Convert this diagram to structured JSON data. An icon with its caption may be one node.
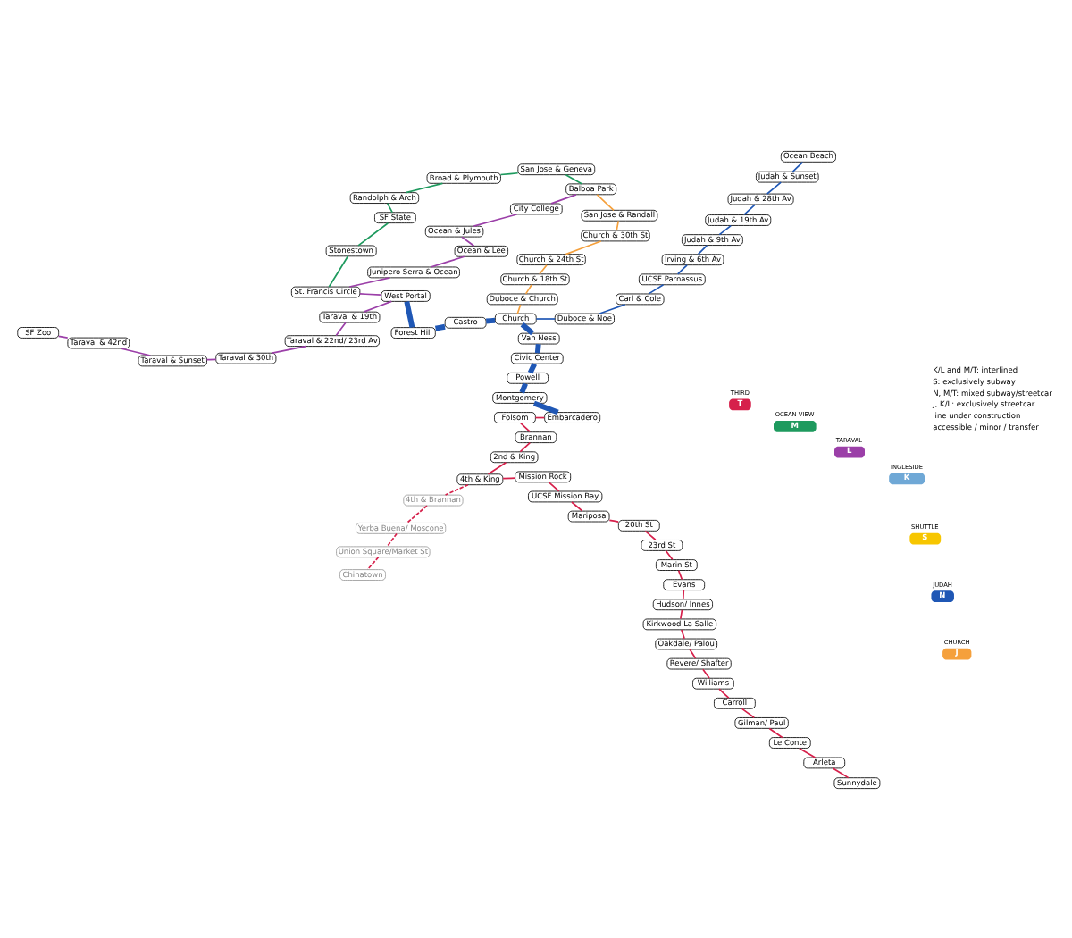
{
  "diagram": {
    "nodes": [
      {
        "text": [
          "J"
        ],
        "beside": [
          "CHURCH"
        ]
      },
      {
        "text": [
          "N"
        ],
        "beside": [
          "JUDAH"
        ]
      },
      {
        "text": [
          "S"
        ],
        "beside": [
          "SHUTTLE"
        ]
      },
      {
        "text": [
          "K"
        ],
        "beside": [
          "INGLESIDE"
        ]
      },
      {
        "text": [
          "L"
        ],
        "beside": [
          "TARAVAL"
        ]
      },
      {
        "text": [
          "M"
        ],
        "beside": [
          "OCEAN VIEW"
        ]
      },
      {
        "text": [
          "T"
        ],
        "beside": [
          "THIRD"
        ]
      },
      {
        "text": [
          "Chinatown"
        ]
      },
      {
        "text": [
          "Montgomery"
        ]
      },
      {
        "text": [
          "Embarcadero"
        ]
      },
      {
        "text": [
          "Union Square/Market St"
        ]
      },
      {
        "text": [
          "Folsom"
        ]
      },
      {
        "text": [
          "Powell"
        ]
      },
      {
        "text": [
          "Yerba Buena/ Moscone"
        ]
      },
      {
        "text": [
          "Brannan"
        ]
      },
      {
        "text": [
          "Civic Center"
        ]
      },
      {
        "text": [
          "4th & Brannan"
        ]
      },
      {
        "text": [
          "2nd & King"
        ]
      },
      {
        "text": [
          "Van Ness"
        ]
      },
      {
        "text": [
          "Duboce & Church"
        ]
      },
      {
        "text": [
          "Duboce & Noe"
        ]
      },
      {
        "text": [
          "Carl & Cole"
        ]
      },
      {
        "text": [
          "Church"
        ]
      },
      {
        "text": [
          "4th & King"
        ]
      },
      {
        "text": [
          "Mission Rock"
        ]
      },
      {
        "text": [
          "UCSF Mission Bay"
        ]
      },
      {
        "text": [
          "Castro"
        ]
      },
      {
        "text": [
          "Irving & 6th Av"
        ]
      },
      {
        "text": [
          "UCSF Parnassus"
        ]
      },
      {
        "text": [
          "Judah & 9th Av"
        ]
      },
      {
        "text": [
          "Judah & 19th Av"
        ]
      },
      {
        "text": [
          "Judah & 28th Av"
        ]
      },
      {
        "text": [
          "Judah & Sunset"
        ]
      },
      {
        "text": [
          "Ocean Beach"
        ]
      },
      {
        "text": [
          "Church & 18th St"
        ]
      },
      {
        "text": [
          "Mariposa"
        ]
      },
      {
        "text": [
          "20th St"
        ]
      },
      {
        "text": [
          "23rd St"
        ]
      },
      {
        "text": [
          "Church & 24th St"
        ]
      },
      {
        "text": [
          "Marin St"
        ]
      },
      {
        "text": [
          "Evans"
        ]
      },
      {
        "text": [
          "Church & 30th St"
        ]
      },
      {
        "text": [
          "Forest Hill"
        ]
      },
      {
        "text": [
          "West Portal"
        ]
      },
      {
        "text": [
          "Taraval & 19th"
        ]
      },
      {
        "text": [
          "Taraval & 22nd/ 23rd Av"
        ]
      },
      {
        "text": [
          "Taraval & 30th"
        ]
      },
      {
        "text": [
          "Taraval & Sunset"
        ]
      },
      {
        "text": [
          "Taraval & 42nd"
        ]
      },
      {
        "text": [
          "SF Zoo"
        ]
      },
      {
        "text": [
          "St. Francis Circle"
        ]
      },
      {
        "text": [
          "Junipero Serra & Ocean"
        ]
      },
      {
        "text": [
          "Hudson/ Innes"
        ]
      },
      {
        "text": [
          "Kirkwood La Salle"
        ]
      },
      {
        "text": [
          "Oakdale/ Palou"
        ]
      },
      {
        "text": [
          "San Jose & Randall"
        ]
      },
      {
        "text": [
          "Revere/ Shafter"
        ]
      },
      {
        "text": [
          "Stonestown"
        ]
      },
      {
        "text": [
          "Williams"
        ]
      },
      {
        "text": [
          "Ocean & Lee"
        ]
      },
      {
        "text": [
          "City College"
        ]
      },
      {
        "text": [
          "Ocean & Jules"
        ]
      },
      {
        "text": [
          "Balboa Park"
        ]
      },
      {
        "text": [
          "San Jose & Geneva"
        ]
      },
      {
        "text": [
          "Carroll"
        ]
      },
      {
        "text": [
          "SF State"
        ]
      },
      {
        "text": [
          "Gilman/ Paul"
        ]
      },
      {
        "text": [
          "Le Conte"
        ]
      },
      {
        "text": [
          "Randolph & Arch"
        ]
      },
      {
        "text": [
          "Broad & Plymouth"
        ]
      },
      {
        "text": [
          "Arleta"
        ]
      },
      {
        "text": [
          "Sunnydale"
        ]
      }
    ],
    "edges": [
      {
        "from": 9,
        "to": 8,
        "arrow": "none",
        "style": "thick",
        "color": "#1f57b5"
      },
      {
        "from": 8,
        "to": 12,
        "arrow": "none",
        "style": "thick",
        "color": "#1f57b5"
      },
      {
        "from": 12,
        "to": 15,
        "arrow": "none",
        "style": "thick",
        "color": "#1f57b5"
      },
      {
        "from": 15,
        "to": 18,
        "arrow": "none",
        "style": "thick",
        "color": "#1f57b5"
      },
      {
        "from": 18,
        "to": 22,
        "arrow": "none",
        "style": "thick",
        "color": "#1f57b5"
      },
      {
        "from": 22,
        "to": 26,
        "arrow": "none",
        "style": "thick",
        "color": "#1f57b5"
      },
      {
        "from": 26,
        "to": 42,
        "arrow": "none",
        "style": "thick",
        "color": "#1f57b5"
      },
      {
        "from": 42,
        "to": 43,
        "arrow": "none",
        "style": "thick",
        "color": "#1f57b5"
      },
      {
        "from": 22,
        "to": 19,
        "arrow": "none",
        "color": "#f5a03c"
      },
      {
        "from": 22,
        "to": 20,
        "arrow": "none",
        "color": "#1f57b5"
      },
      {
        "from": 20,
        "to": 21,
        "arrow": "none",
        "color": "#1f57b5"
      },
      {
        "from": 21,
        "to": 28,
        "arrow": "none",
        "color": "#1f57b5"
      },
      {
        "from": 28,
        "to": 27,
        "arrow": "none",
        "color": "#1f57b5"
      },
      {
        "from": 27,
        "to": 29,
        "arrow": "none",
        "color": "#1f57b5"
      },
      {
        "from": 29,
        "to": 30,
        "arrow": "none",
        "color": "#1f57b5"
      },
      {
        "from": 30,
        "to": 31,
        "arrow": "none",
        "color": "#1f57b5"
      },
      {
        "from": 31,
        "to": 32,
        "arrow": "none",
        "color": "#1f57b5"
      },
      {
        "from": 32,
        "to": 33,
        "arrow": "none",
        "color": "#1f57b5"
      },
      {
        "from": 19,
        "to": 34,
        "arrow": "none",
        "color": "#f5a03c"
      },
      {
        "from": 34,
        "to": 38,
        "arrow": "none",
        "color": "#f5a03c"
      },
      {
        "from": 38,
        "to": 41,
        "arrow": "none",
        "color": "#f5a03c"
      },
      {
        "from": 41,
        "to": 55,
        "arrow": "none",
        "color": "#f5a03c"
      },
      {
        "from": 55,
        "to": 62,
        "arrow": "none",
        "color": "#f5a03c"
      },
      {
        "from": 43,
        "to": 44,
        "arrow": "none",
        "color": "#9b3fa8"
      },
      {
        "from": 44,
        "to": 45,
        "arrow": "none",
        "color": "#9b3fa8"
      },
      {
        "from": 45,
        "to": 46,
        "arrow": "none",
        "color": "#9b3fa8"
      },
      {
        "from": 46,
        "to": 47,
        "arrow": "none",
        "color": "#9b3fa8"
      },
      {
        "from": 47,
        "to": 48,
        "arrow": "none",
        "color": "#9b3fa8"
      },
      {
        "from": 48,
        "to": 49,
        "arrow": "none",
        "color": "#9b3fa8"
      },
      {
        "from": 43,
        "to": 50,
        "arrow": "none",
        "color": "#9b3fa8"
      },
      {
        "from": 50,
        "to": 51,
        "arrow": "none",
        "color": "#9b3fa8"
      },
      {
        "from": 51,
        "to": 59,
        "arrow": "none",
        "color": "#9b3fa8"
      },
      {
        "from": 59,
        "to": 61,
        "arrow": "none",
        "color": "#9b3fa8"
      },
      {
        "from": 61,
        "to": 60,
        "arrow": "none",
        "color": "#9b3fa8"
      },
      {
        "from": 60,
        "to": 62,
        "arrow": "none",
        "color": "#9b3fa8"
      },
      {
        "from": 50,
        "to": 57,
        "arrow": "none",
        "color": "#1e9a5e"
      },
      {
        "from": 57,
        "to": 65,
        "arrow": "none",
        "color": "#1e9a5e"
      },
      {
        "from": 65,
        "to": 68,
        "arrow": "none",
        "color": "#1e9a5e"
      },
      {
        "from": 68,
        "to": 69,
        "arrow": "none",
        "color": "#1e9a5e"
      },
      {
        "from": 69,
        "to": 63,
        "arrow": "none",
        "color": "#1e9a5e"
      },
      {
        "from": 63,
        "to": 62,
        "arrow": "none",
        "color": "#1e9a5e"
      },
      {
        "from": 9,
        "to": 11,
        "arrow": "none",
        "color": "#d6204b"
      },
      {
        "from": 11,
        "to": 14,
        "arrow": "none",
        "color": "#d6204b"
      },
      {
        "from": 14,
        "to": 17,
        "arrow": "none",
        "color": "#d6204b"
      },
      {
        "from": 17,
        "to": 23,
        "arrow": "none",
        "color": "#d6204b"
      },
      {
        "from": 23,
        "to": 24,
        "arrow": "none",
        "color": "#d6204b"
      },
      {
        "from": 24,
        "to": 25,
        "arrow": "none",
        "color": "#d6204b"
      },
      {
        "from": 25,
        "to": 35,
        "arrow": "none",
        "color": "#d6204b"
      },
      {
        "from": 35,
        "to": 36,
        "arrow": "none",
        "color": "#d6204b"
      },
      {
        "from": 36,
        "to": 37,
        "arrow": "none",
        "color": "#d6204b"
      },
      {
        "from": 37,
        "to": 39,
        "arrow": "none",
        "color": "#d6204b"
      },
      {
        "from": 39,
        "to": 40,
        "arrow": "none",
        "color": "#d6204b"
      },
      {
        "from": 40,
        "to": 52,
        "arrow": "none",
        "color": "#d6204b"
      },
      {
        "from": 52,
        "to": 53,
        "arrow": "none",
        "color": "#d6204b"
      },
      {
        "from": 53,
        "to": 54,
        "arrow": "none",
        "color": "#d6204b"
      },
      {
        "from": 54,
        "to": 56,
        "arrow": "none",
        "color": "#d6204b"
      },
      {
        "from": 56,
        "to": 58,
        "arrow": "none",
        "color": "#d6204b"
      },
      {
        "from": 58,
        "to": 64,
        "arrow": "none",
        "color": "#d6204b"
      },
      {
        "from": 64,
        "to": 66,
        "arrow": "none",
        "color": "#d6204b"
      },
      {
        "from": 66,
        "to": 67,
        "arrow": "none",
        "color": "#d6204b"
      },
      {
        "from": 67,
        "to": 70,
        "arrow": "none",
        "color": "#d6204b"
      },
      {
        "from": 70,
        "to": 71,
        "arrow": "none",
        "color": "#d6204b"
      },
      {
        "from": 23,
        "to": 16,
        "arrow": "none",
        "style": "dashed",
        "color": "#d6204b"
      },
      {
        "from": 16,
        "to": 13,
        "arrow": "none",
        "style": "dashed",
        "color": "#d6204b"
      },
      {
        "from": 13,
        "to": 10,
        "arrow": "none",
        "style": "dashed",
        "color": "#d6204b"
      },
      {
        "from": 10,
        "to": 7,
        "arrow": "none",
        "style": "dashed",
        "color": "#d6204b"
      }
    ],
    "legend": [
      {
        "text": "K/L and M/T: interlined"
      },
      {
        "text": "S: exclusively subway"
      },
      {
        "text": "N, M/T: mixed subway/streetcar"
      },
      {
        "text": "J, K/L: exclusively streetcar"
      },
      {
        "text": "line under construction"
      },
      {
        "text": "accessible / minor / transfer"
      }
    ]
  }
}
